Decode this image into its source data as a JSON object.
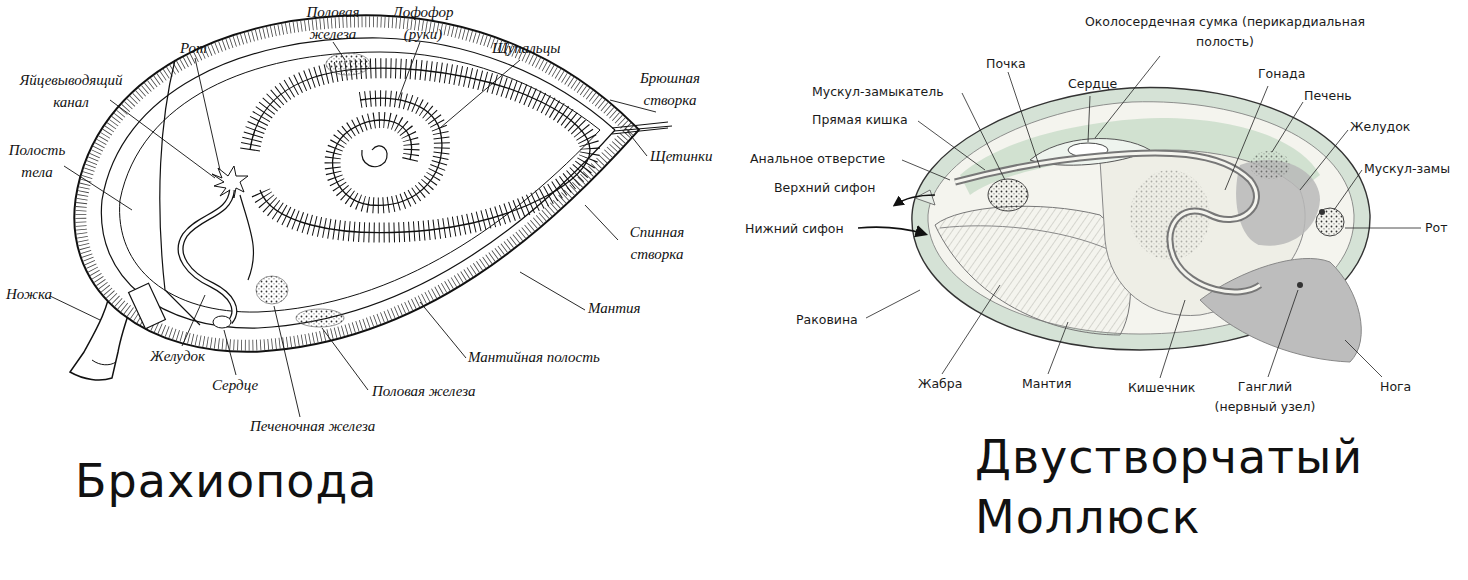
{
  "diagram": {
    "labels": [
      "Половая железа",
      "Лофофор (руки)",
      "Рот",
      "Щупальцы",
      "Брюшная створка",
      "Яйцевыводящий канал",
      "Щетинки",
      "Полость тела",
      "Спинная створка",
      "Ножка",
      "Мантия",
      "Желудок",
      "Мантийная полость",
      "Сердце",
      "Половая железа",
      "Печеночная железа",
      "Брахиопода",
      "Околосердечная сумка (перикардиальная полость)",
      "Почка",
      "Гонада",
      "Сердце",
      "Мускул-замыкатель",
      "Печень",
      "Прямая кишка",
      "Желудок",
      "Анальное отверстие",
      "Мускул-замы",
      "Верхний сифон",
      "Рот",
      "Нижний сифон",
      "Раковина",
      "Жабра",
      "Мантия",
      "Кишечник",
      "Ганглий (нервный узел)",
      "Нога",
      "Двустворчатый Моллюск"
    ]
  }
}
